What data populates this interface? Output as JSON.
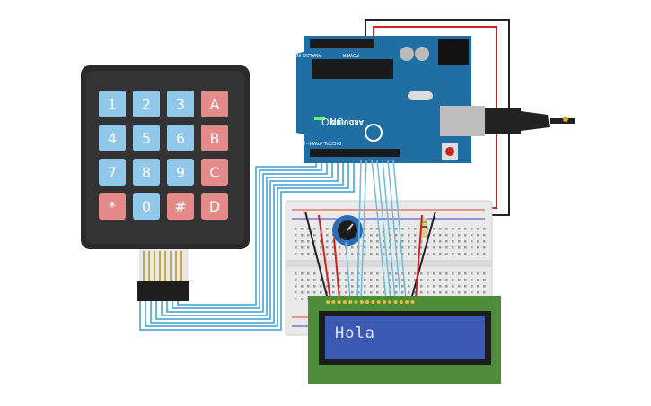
{
  "keypad": {
    "keys": [
      [
        "1",
        "2",
        "3",
        "A"
      ],
      [
        "4",
        "5",
        "6",
        "B"
      ],
      [
        "7",
        "8",
        "9",
        "C"
      ],
      [
        "*",
        "0",
        "#",
        "D"
      ]
    ]
  },
  "arduino": {
    "brand": "ARDUINO",
    "model": "UNO",
    "header_power": "POWER",
    "header_analog": "ANALOG IN",
    "header_digital": "DIGITAL (PWM~)"
  },
  "lcd": {
    "text": "Hola"
  },
  "colors": {
    "keypad_body": "#2b2b2b",
    "key_blue": "#8fc8e8",
    "key_red": "#e58a8a",
    "arduino_blue": "#1f6fa5",
    "wire_blue": "#3a9fd0",
    "wire_red": "#d42020",
    "lcd_bezel": "#4e8c3a",
    "lcd_screen": "#3c5ab4"
  }
}
